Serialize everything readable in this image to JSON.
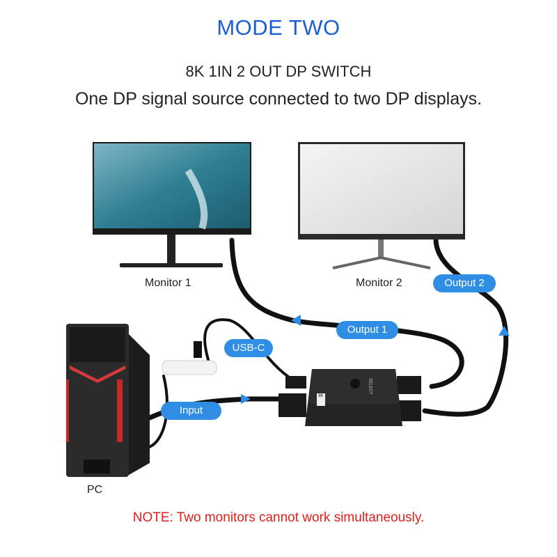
{
  "header": {
    "title": "MODE TWO",
    "subtitle": "8K 1IN 2 OUT DP SWITCH",
    "description": "One DP signal source connected to two DP displays."
  },
  "devices": {
    "monitor1": "Monitor 1",
    "monitor2": "Monitor 2",
    "pc": "PC",
    "switch_badge": "8K",
    "switch_button": "SELECT"
  },
  "connections": {
    "output2": "Output 2",
    "output1": "Output 1",
    "usbc": "USB-C",
    "input": "Input"
  },
  "note": "NOTE: Two monitors cannot work simultaneously.",
  "colors": {
    "title": "#1a5fd6",
    "pill": "#2f8ee3",
    "note": "#e0201a"
  }
}
